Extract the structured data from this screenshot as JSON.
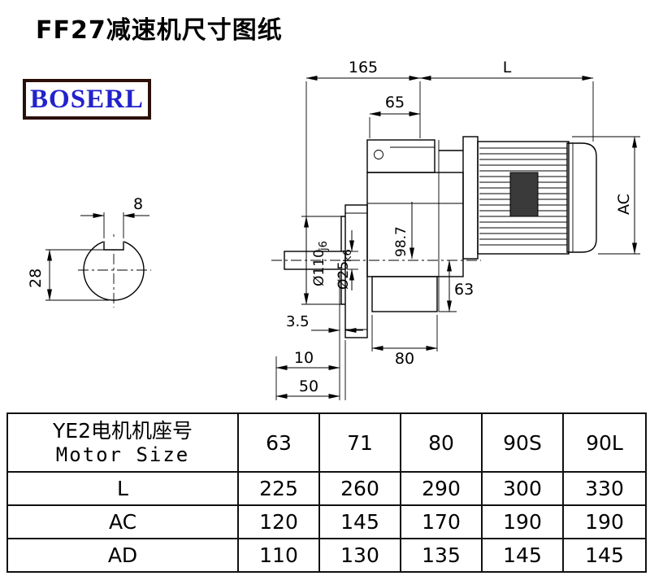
{
  "title": "FF27减速机尺寸图纸",
  "logo_text": "BOSERL",
  "drawing": {
    "dims": {
      "overall_front": "165",
      "motor_length": "L",
      "housing_top": "65",
      "motor_height": "AC",
      "key_width": "8",
      "section_height": "28",
      "flange_spigot_dia": "Ø110",
      "flange_spigot_tol": "j6",
      "shaft_dia": "Ø25",
      "shaft_dia_tol": "k6",
      "center_height": "98.7",
      "housing_bottom_height": "63",
      "face_gap": "3.5",
      "foot_length": "80",
      "shaft_step": "10",
      "shaft_length": "50"
    }
  },
  "table": {
    "header": {
      "line1": "YE2电机机座号",
      "line2": "Motor Size"
    },
    "columns": [
      "63",
      "71",
      "80",
      "90S",
      "90L"
    ],
    "rows": [
      {
        "label": "L",
        "values": [
          "225",
          "260",
          "290",
          "300",
          "330"
        ]
      },
      {
        "label": "AC",
        "values": [
          "120",
          "145",
          "170",
          "190",
          "190"
        ]
      },
      {
        "label": "AD",
        "values": [
          "110",
          "130",
          "135",
          "145",
          "145"
        ]
      }
    ]
  }
}
